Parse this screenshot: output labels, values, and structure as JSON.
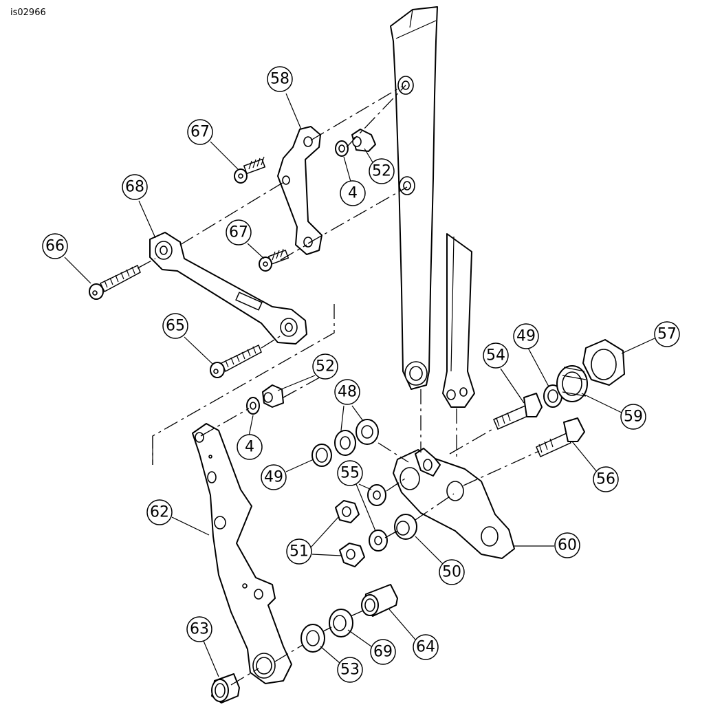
{
  "reference_code": "is02966",
  "callouts": {
    "c58": "58",
    "c67a": "67",
    "c52a": "52",
    "c4a": "4",
    "c68": "68",
    "c67b": "67",
    "c66": "66",
    "c65": "65",
    "c52b": "52",
    "c48": "48",
    "c4b": "4",
    "c49a": "49",
    "c55": "55",
    "c62": "62",
    "c51": "51",
    "c50": "50",
    "c60": "60",
    "c54": "54",
    "c49b": "49",
    "c57": "57",
    "c59": "59",
    "c56": "56",
    "c63": "63",
    "c53": "53",
    "c69": "69",
    "c64": "64"
  }
}
